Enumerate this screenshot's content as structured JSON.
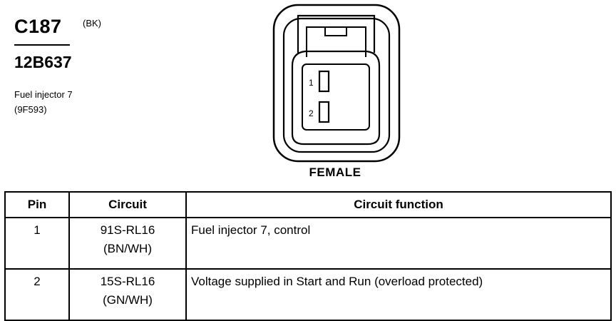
{
  "connector": {
    "id": "C187",
    "color_code": "(BK)",
    "part_number": "12B637",
    "description_line1": "Fuel injector 7",
    "description_line2": "(9F593)",
    "view": "FEMALE",
    "pin_labels": [
      "1",
      "2"
    ]
  },
  "table": {
    "headers": [
      "Pin",
      "Circuit",
      "Circuit function"
    ],
    "rows": [
      {
        "pin": "1",
        "circuit_line1": "91S-RL16",
        "circuit_line2": "(BN/WH)",
        "function": "Fuel injector 7, control"
      },
      {
        "pin": "2",
        "circuit_line1": "15S-RL16",
        "circuit_line2": "(GN/WH)",
        "function": "Voltage supplied in Start and Run (overload protected)"
      }
    ]
  }
}
